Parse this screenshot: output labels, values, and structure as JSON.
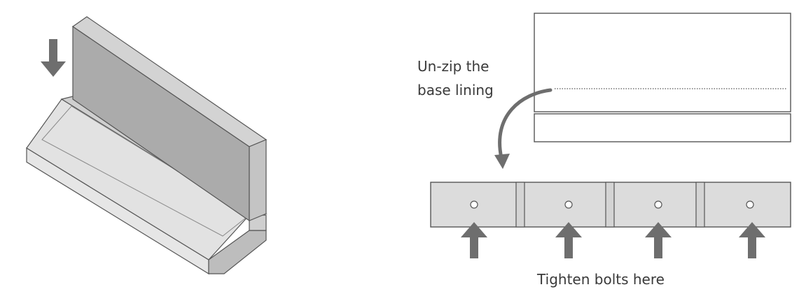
{
  "colors": {
    "background": "#ffffff",
    "outline": "#444444",
    "face_light": "#e3e3e3",
    "face_mid": "#c9c9c9",
    "face_dark": "#a9a9a9",
    "panel_fill": "#dedede",
    "arrow": "#6e6e6e",
    "text": "#3a3a3a"
  },
  "icons": {
    "down_arrow": "arrow-down-icon",
    "curved_arrow": "curved-arrow-icon",
    "up_arrow": "arrow-up-icon",
    "bolt_hole": "bolt-hole-icon"
  },
  "labels": {
    "unzip_line1": "Un-zip the",
    "unzip_line2": "base lining",
    "tighten": "Tighten bolts here"
  }
}
